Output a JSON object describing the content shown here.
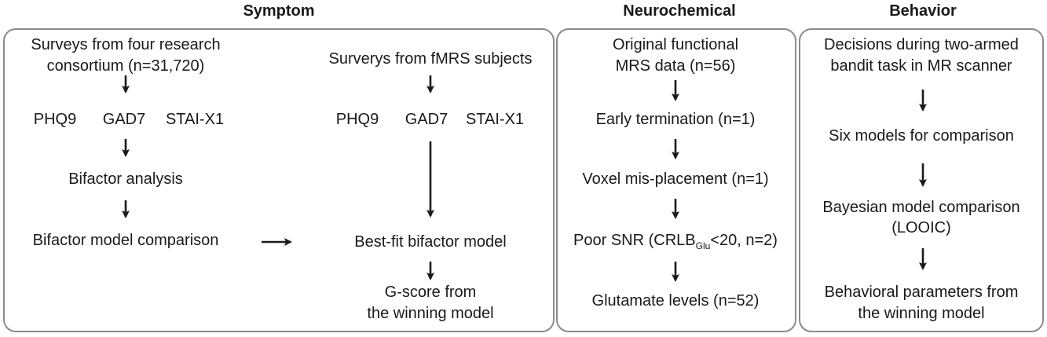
{
  "headers": {
    "symptom": "Symptom",
    "neurochemical": "Neurochemical",
    "behavior": "Behavior"
  },
  "symptom_left": {
    "surveys_line1": "Surveys from four research",
    "surveys_line2": "consortium (n=31,720)",
    "phq9": "PHQ9",
    "gad7": "GAD7",
    "staix1": "STAI-X1",
    "bifactor_analysis": "Bifactor analysis",
    "bifactor_comparison": "Bifactor model comparison"
  },
  "symptom_right": {
    "surveys": "Surverys from fMRS subjects",
    "phq9": "PHQ9",
    "gad7": "GAD7",
    "staix1": "STAI-X1",
    "best_fit": "Best-fit bifactor model",
    "gscore_line1": "G-score from",
    "gscore_line2": "the winning model"
  },
  "neurochemical": {
    "original_line1": "Original functional",
    "original_line2": "MRS data (n=56)",
    "early_termination": "Early termination (n=1)",
    "voxel_misplacement": "Voxel mis-placement (n=1)",
    "poor_snr_prefix": "Poor SNR (CRLB",
    "poor_snr_sub": "Glu",
    "poor_snr_suffix": "<20, n=2)",
    "glutamate": "Glutamate levels (n=52)"
  },
  "behavior": {
    "decisions_line1": "Decisions during two-armed",
    "decisions_line2": "bandit task in MR scanner",
    "six_models": "Six models for comparison",
    "bayesian_line1": "Bayesian model comparison",
    "bayesian_line2": "(LOOIC)",
    "params_line1": "Behavioral parameters from",
    "params_line2": "the winning model"
  }
}
